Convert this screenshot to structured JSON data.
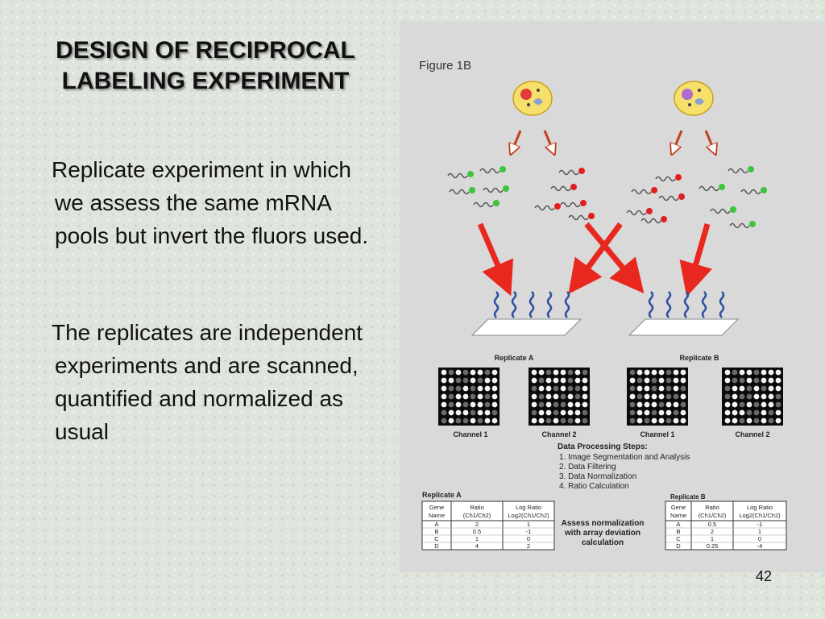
{
  "slide": {
    "title_line1": "DESIGN OF RECIPROCAL",
    "title_line2": "LABELING EXPERIMENT",
    "paragraph1": "Replicate experiment in which we assess the same mRNA pools but invert the fluors used.",
    "paragraph2": "The replicates are independent experiments and are scanned, quantified and normalized as usual",
    "page_number": "42"
  },
  "figure": {
    "label": "Figure 1B",
    "replicate_a_label": "Replicate A",
    "replicate_b_label": "Replicate B",
    "channel_labels": [
      "Channel 1",
      "Channel 2",
      "Channel 1",
      "Channel 2"
    ],
    "steps_title": "Data Processing Steps:",
    "steps": [
      "1.  Image Segmentation and Analysis",
      "2.  Data Filtering",
      "3.  Data Normalization",
      "4.  Ratio Calculation"
    ],
    "center_note": [
      "Assess normalization",
      "with array deviation",
      "calculation"
    ],
    "table_a": {
      "title": "Replicate A",
      "headers": [
        [
          "Gene",
          "Name"
        ],
        [
          "Ratio",
          "(Ch1/Ch2)"
        ],
        [
          "Log Ratio",
          "Log2(Ch1/Ch2)"
        ]
      ],
      "rows": [
        [
          "A",
          "2",
          "1"
        ],
        [
          "B",
          "0.5",
          "-1"
        ],
        [
          "C",
          "1",
          "0"
        ],
        [
          "D",
          "4",
          "2"
        ]
      ]
    },
    "table_b": {
      "title": "Replicate B",
      "headers": [
        [
          "Gene",
          "Name"
        ],
        [
          "Ratio",
          "(Ch1/Ch2)"
        ],
        [
          "Log Ratio",
          "Log2(Ch1/Ch2)"
        ]
      ],
      "rows": [
        [
          "A",
          "0.5",
          "-1"
        ],
        [
          "B",
          "2",
          "1"
        ],
        [
          "C",
          "1",
          "0"
        ],
        [
          "D",
          "0.25",
          "-4"
        ]
      ]
    },
    "colors": {
      "green_dye": "#3cc43c",
      "red_dye": "#e02020",
      "arrow_red": "#e8281e",
      "cell_yellow": "#f4e06a"
    }
  }
}
